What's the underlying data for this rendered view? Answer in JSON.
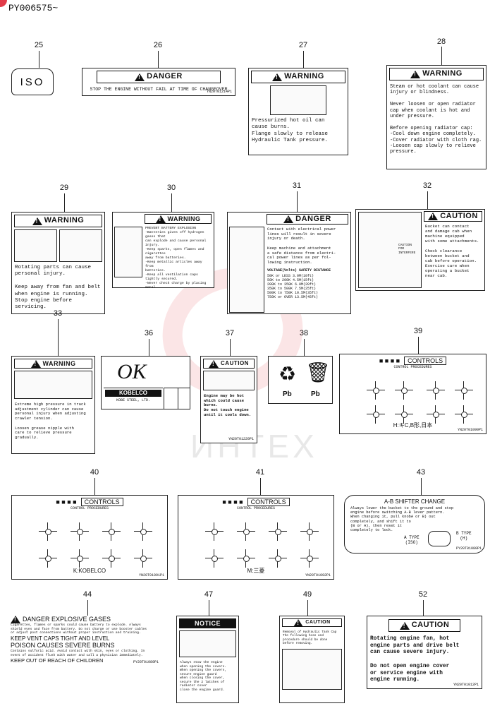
{
  "serial": "PY006575~",
  "watermark": "ИНТЕХ",
  "items": {
    "n25": "25",
    "n26": "26",
    "n27": "27",
    "n28": "28",
    "n29": "29",
    "n30": "30",
    "n31": "31",
    "n32": "32",
    "n33": "33",
    "n36": "36",
    "n37": "37",
    "n38": "38",
    "n39": "39",
    "n40": "40",
    "n41": "41",
    "n43": "43",
    "n44": "44",
    "n47": "47",
    "n49": "49",
    "n52": "52"
  },
  "labels": {
    "iso": "ISO",
    "l26": {
      "head": "DANGER",
      "body": "STOP THE ENGINE WITHOUT FAIL AT TIME OF CHANGEOVER",
      "code": "YN20T01214P1"
    },
    "l27": {
      "head": "WARNING",
      "body": "Pressurized hot oil can\ncause burns.\nFlange slowly to release\nHydraulic Tank pressure.",
      "code": ""
    },
    "l28": {
      "head": "WARNING",
      "body": "Steam or hot coolant can cause\ninjury or blindness.\n\nNever loosen or open radiator\ncap when coolant is hot and\nunder pressure.\n\nBefore opening radiator cap:\n-Cool down engine completely.\n-Cover radiator with cloth rag.\n-Loosen cap slowly to relieve\n pressure.",
      "code": ""
    },
    "l29": {
      "head": "WARNING",
      "body": "Rotating parts can cause\npersonal injury.\n\nKeep away from fan and belt\nwhen engine is running.\nStop engine before servicing.",
      "code": ""
    },
    "l30": {
      "head": "WARNING",
      "body": "PREVENT BATTERY EXPLOSION\n-Batteries gives off hydrogen gases that\n can explode and cause personal injury.\n-Keep sparks, open flames and cigarettes\n away from batteries.\n-Keep metallic articles away from\n batteries.\n-Keep all ventilation caps tightly secured.\n-Never check charge by placing metal\n articles across battery terminals.\n-Leave battery box open to improve\n ventilation when charging."
    },
    "l31": {
      "head": "DANGER",
      "body": "Contact with electrical power\nlines will result in severe\ninjury or death.\n\nKeep machine and attachment\na safe distance from electri-\ncal power lines as per fol-\nlowing instruction.",
      "table_head": "VOLTAGE(Volts)   SAFETY DISTANCE",
      "table": "50K or LESS      3.0M(10ft)\n50K to 200K      4.5M(15ft)\n200K to 350K     6.0M(20ft)\n350K to 500K     7.5M(25ft)\n500K to 750K     10.5M(35ft)\n750K or OVER     13.5M(45ft)"
    },
    "l32": {
      "head": "CAUTION",
      "body": "Bucket can contact\nand damage cab when\nmachine equipped\nwith some attachments.\n\nCheck clearance\nbetween bucket and\ncab before operation.\nExercise care when\noperating a bucket\nnear cab.",
      "side": "CAUTION\nFOR\nINTERFERE"
    },
    "l33": {
      "head": "WARNING",
      "body": "Extreme high pressure in track\nadjustment cylinder can cause\npersonal injury when adjusting\ncrawler tension.\n\nLoosen grease nipple with\ncare to relieve pressure gradually."
    },
    "l36": {
      "brand": "KOBELCO",
      "sub": "KOBE STEEL, LTD."
    },
    "l37": {
      "head": "CAUTION",
      "body": "Engine may be hot\nwhich could cause\nburns.\nDo not touch engine\nuntil it cools down.",
      "code": "YN20T01220P1"
    },
    "l38": {
      "pb1": "Pb",
      "pb2": "Pb"
    },
    "l39": {
      "title": "CONTROLS",
      "sub": "CONTROL PROCEDURES",
      "caption": "H:キC,B形,日本",
      "code": "YN20T01090P1"
    },
    "l40": {
      "title": "CONTROLS",
      "sub": "CONTROL PROCEDURES",
      "caption": "K:KOBELCO",
      "code": "YN20T01091P1"
    },
    "l41": {
      "title": "CONTROLS",
      "sub": "CONTROL PROCEDURES",
      "caption": "M:三菱",
      "code": "YN20T01092P1"
    },
    "l43": {
      "head": "A-B SHIFTER CHANGE",
      "body": "Always lower the bucket to the ground and stop\nengine before switching A-B lever pattern.\nWhen changing it, pull knobA or B) out\ncompletely, and shift it to\n(B or A), then reset it\ncompletely to lock.",
      "a": "A TYPE\n(ISO)",
      "b": "B TYPE\n(H)",
      "code": "PY20T01080P1"
    },
    "l44": {
      "line1": "DANGER EXPLOSIVE GASES",
      "text1": "Cigarettes, flames or sparks could cause battery to explode. Always\nshield eyes and face from battery. Do not charge or use booster cables\nor adjust post connections without proper instruction and training.",
      "line2": "KEEP VENT CAPS TIGHT AND LEVEL",
      "line3": "POISON CAUSES SEVERE BURNS",
      "text2": "Contains sulfuric acid. Avoid contact with skin, eyes or clothing. In\nevent of accident flush with water and call a physician immediately.",
      "line4": "KEEP OUT OF REACH OF CHILDREN",
      "code": "PY20T01089P1"
    },
    "l47": {
      "head": "NOTICE",
      "body": "Always stow the engine\nwhen opening the covers.\nWhen opening the covers,\nsecure engine guard\nwhen closing the cover,\nsecure the 2 latches of\nradiator cover\nclose the engine guard.",
      "code": ""
    },
    "l49": {
      "head": "CAUTION",
      "body": "Removal of Hydraulic Tank Cap\nThe following hose and\nprocedure should be done\nbefore removing."
    },
    "l52": {
      "head": "CAUTION",
      "body": "Rotating engine fan, hot\nengine parts and drive belt\ncan cause severe injury.\n\nDo not open engine cover\nor service engine with\nengine running.",
      "code": "YN20T01012P1"
    }
  }
}
